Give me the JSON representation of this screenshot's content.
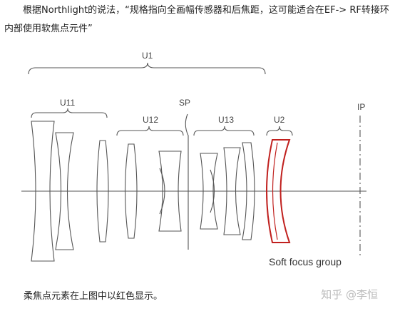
{
  "paragraph": "根据Northlight的说法，“规格指向全画幅传感器和后焦距，这可能适合在EF-> RF转接环内部使用软焦点元件”",
  "figure": {
    "labels": {
      "u1": "U1",
      "u11": "U11",
      "u12": "U12",
      "sp": "SP",
      "u13": "U13",
      "u2": "U2",
      "ip": "IP"
    },
    "annotation": "Soft focus group",
    "highlight_color": "#c0201e",
    "line_color": "#555555"
  },
  "caption": "柔焦点元素在上图中以红色显示。",
  "watermark": "知乎 @李恒"
}
